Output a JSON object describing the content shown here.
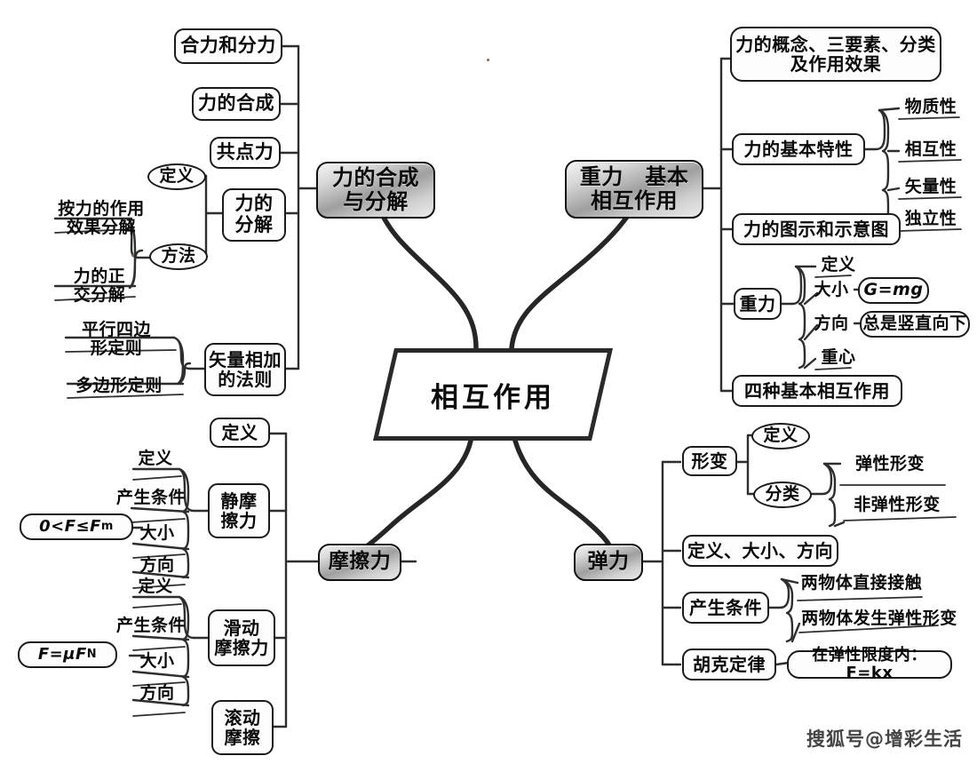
{
  "title": "相互作用 思维导图",
  "center": {
    "label": "相互作用"
  },
  "watermark": "搜狐号@增彩生活",
  "branches": {
    "composition": {
      "main": "力的合成\n与分解",
      "items": [
        {
          "label": "合力和分力"
        },
        {
          "label": "力的合成"
        },
        {
          "label": "共点力"
        },
        {
          "label": "力的\n分解"
        },
        {
          "label": "定义"
        },
        {
          "label": "方法"
        },
        {
          "label": "按力的作用\n效果分解"
        },
        {
          "label": "力的正\n交分解"
        },
        {
          "label": "矢量相加\n的法则"
        },
        {
          "label": "平行四边\n形定则"
        },
        {
          "label": "多边形定则"
        }
      ]
    },
    "gravity": {
      "main": "重力　基本\n相互作用",
      "items": [
        {
          "label": "力的概念、三要素、分类\n及作用效果"
        },
        {
          "label": "力的基本特性"
        },
        {
          "label": "物质性"
        },
        {
          "label": "相互性"
        },
        {
          "label": "矢量性"
        },
        {
          "label": "独立性"
        },
        {
          "label": "力的图示和示意图"
        },
        {
          "label": "重力"
        },
        {
          "label": "定义"
        },
        {
          "label": "大小"
        },
        {
          "label": "G=mg"
        },
        {
          "label": "方向"
        },
        {
          "label": "总是竖直向下"
        },
        {
          "label": "重心"
        },
        {
          "label": "四种基本相互作用"
        }
      ]
    },
    "friction": {
      "main": "摩擦力",
      "items": [
        {
          "label": "定义"
        },
        {
          "label": "静摩\n擦力"
        },
        {
          "label": "定义"
        },
        {
          "label": "产生条件"
        },
        {
          "label": "大小"
        },
        {
          "label": "方向"
        },
        {
          "label": "0<F≤F",
          "sub": "m"
        },
        {
          "label": "滑动\n摩擦力"
        },
        {
          "label": "定义"
        },
        {
          "label": "产生条件"
        },
        {
          "label": "大小"
        },
        {
          "label": "方向"
        },
        {
          "label": "F=μF",
          "sub": "N"
        },
        {
          "label": "滚动\n摩擦"
        }
      ]
    },
    "elastic": {
      "main": "弹力",
      "items": [
        {
          "label": "形变"
        },
        {
          "label": "定义"
        },
        {
          "label": "分类"
        },
        {
          "label": "弹性形变"
        },
        {
          "label": "非弹性形变"
        },
        {
          "label": "定义、大小、方向"
        },
        {
          "label": "产生条件"
        },
        {
          "label": "两物体直接接触"
        },
        {
          "label": "两物体发生弹性形变"
        },
        {
          "label": "胡克定律"
        },
        {
          "label": "在弹性限度内：F=kx"
        }
      ]
    }
  }
}
